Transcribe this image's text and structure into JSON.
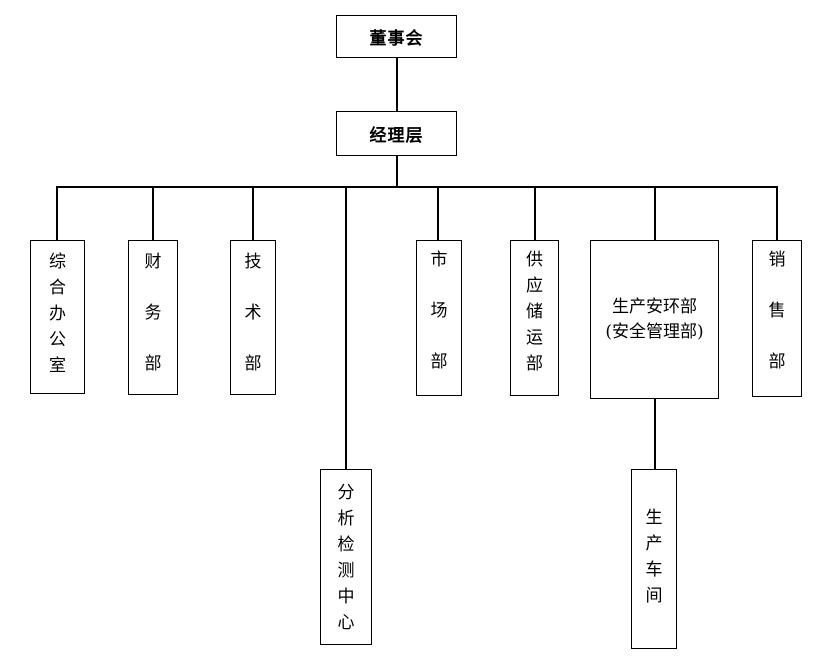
{
  "board": "董事会",
  "management": "经理层",
  "departments": {
    "general_office": [
      "综",
      "合",
      "办",
      "公",
      "室"
    ],
    "finance": [
      "财",
      "务",
      "部"
    ],
    "technology": [
      "技",
      "术",
      "部"
    ],
    "analysis_center": [
      "分",
      "析",
      "检",
      "测",
      "中",
      "心"
    ],
    "market": [
      "市",
      "场",
      "部"
    ],
    "supply_storage": [
      "供",
      "应",
      "储",
      "运",
      "部"
    ],
    "safety_line1": "生产安环部",
    "safety_line2": "(安全管理部)",
    "sales": [
      "销",
      "售",
      "部"
    ],
    "workshop": [
      "生",
      "产",
      "车",
      "间"
    ]
  }
}
